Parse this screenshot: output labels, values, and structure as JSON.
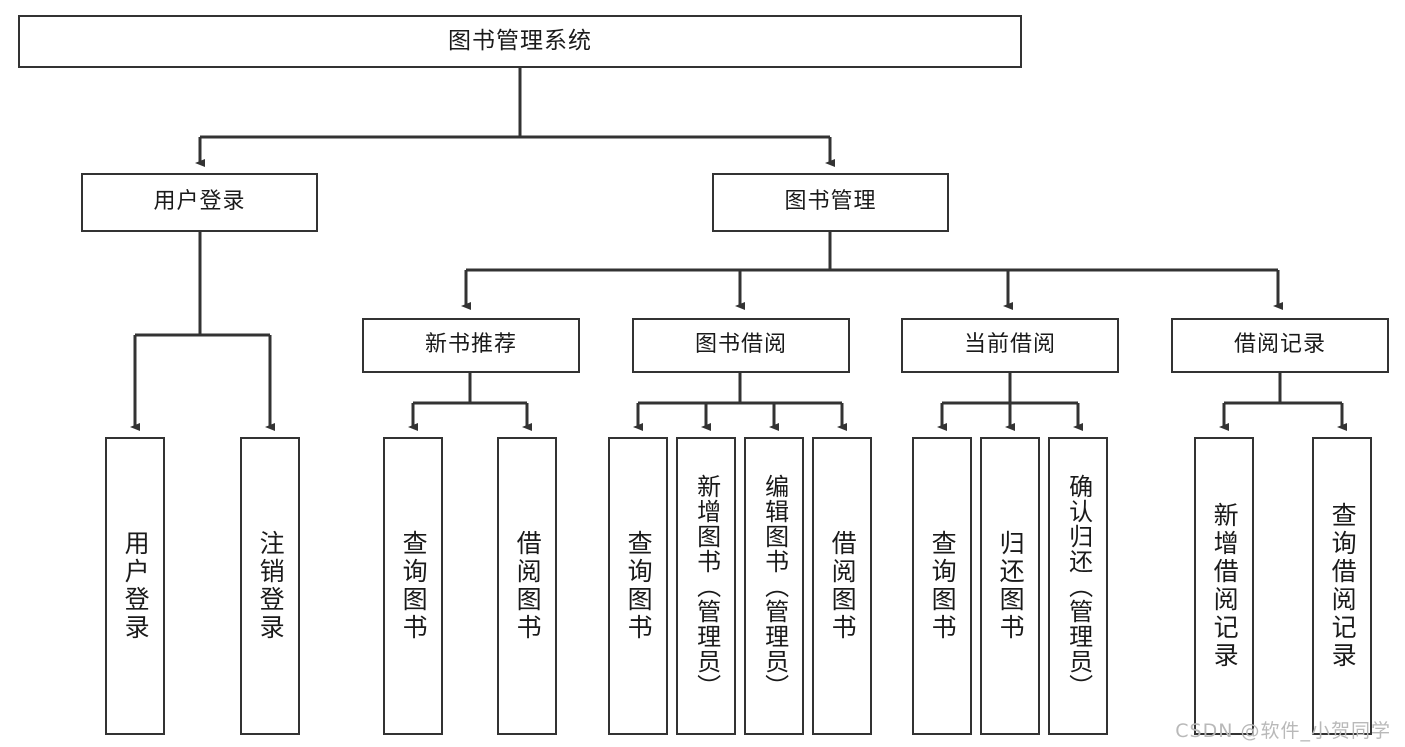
{
  "diagram": {
    "title": "图书管理系统",
    "type": "tree",
    "watermark": "CSDN @软件_小贺同学",
    "colors": {
      "box_border": "#333333",
      "box_fill": "#ffffff",
      "connector": "#333333",
      "text": "#1a1a1a",
      "watermark": "#b9b9b9"
    },
    "levels": {
      "root": "图书管理系统",
      "level2": [
        "用户登录",
        "图书管理"
      ],
      "level3": [
        "新书推荐",
        "图书借阅",
        "当前借阅",
        "借阅记录"
      ]
    },
    "nodes": {
      "root": "图书管理系统",
      "user_login": "用户登录",
      "book_manage": "图书管理",
      "new_book_recommend": "新书推荐",
      "book_borrow": "图书借阅",
      "current_borrow": "当前借阅",
      "borrow_record": "借阅记录",
      "leaf_user_login": "用户登录",
      "leaf_logout": "注销登录",
      "leaf_query_book_1": "查询图书",
      "leaf_borrow_book_1": "借阅图书",
      "leaf_query_book_2": "查询图书",
      "leaf_add_book_admin": "新增图书（管理员）",
      "leaf_edit_book_admin": "编辑图书（管理员）",
      "leaf_borrow_book_2": "借阅图书",
      "leaf_query_book_3": "查询图书",
      "leaf_return_book": "归还图书",
      "leaf_confirm_return_admin": "确认归还（管理员）",
      "leaf_add_borrow_record": "新增借阅记录",
      "leaf_query_borrow_record": "查询借阅记录"
    }
  }
}
